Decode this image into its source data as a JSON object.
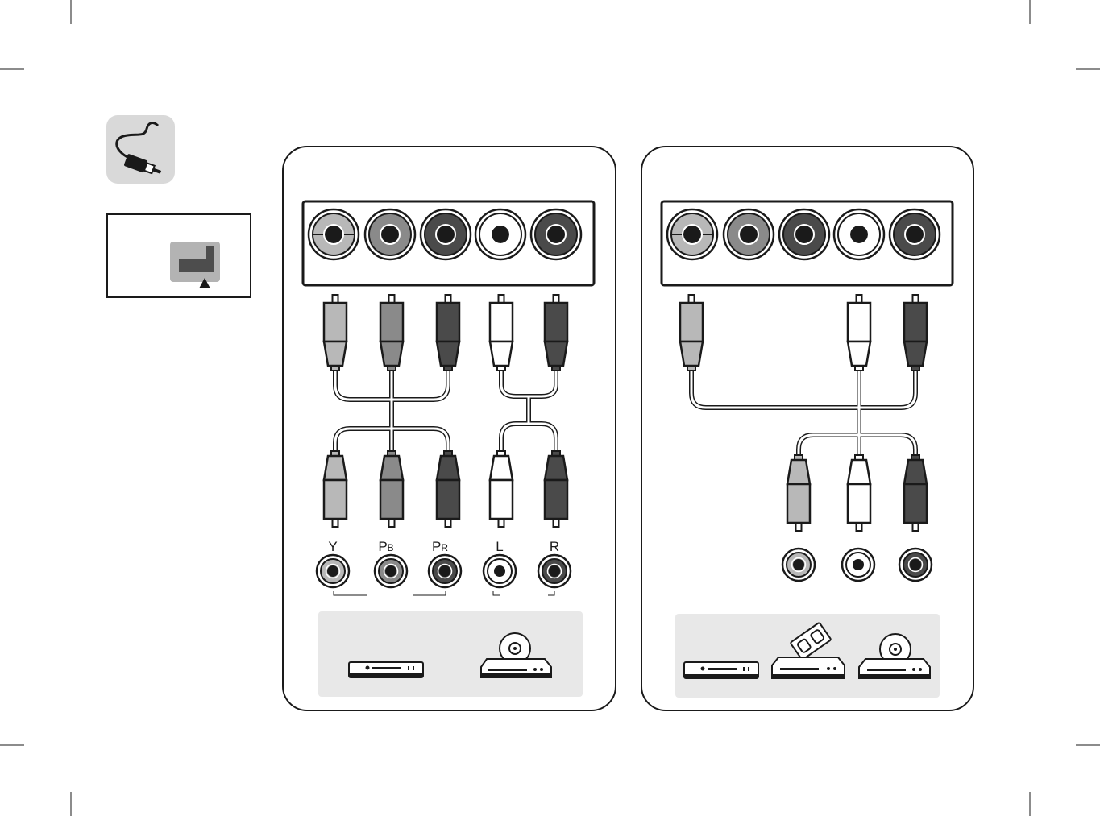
{
  "icons": {
    "cable_icon": "rca-cable-icon",
    "port_location_icon": "tv-back-panel-port-location-icon"
  },
  "colors": {
    "light_gray": "#b8b8b8",
    "mid_gray": "#8a8a8a",
    "dark": "#4a4a4a",
    "white": "#ffffff",
    "outline": "#1a1a1a",
    "device_panel": "#e8e8e8",
    "icon_bg": "#d9d9d9"
  },
  "left_panel": {
    "tv_jacks": [
      "light-gray",
      "mid-gray",
      "dark",
      "white",
      "dark"
    ],
    "device_jacks": [
      {
        "label": "Y",
        "sub": "",
        "color": "light-gray"
      },
      {
        "label": "P",
        "sub": "B",
        "color": "mid-gray"
      },
      {
        "label": "P",
        "sub": "R",
        "color": "dark"
      },
      {
        "label": "L",
        "sub": "",
        "color": "white"
      },
      {
        "label": "R",
        "sub": "",
        "color": "dark"
      }
    ],
    "devices": [
      "dvd-player-icon",
      "blu-ray-player-icon"
    ]
  },
  "right_panel": {
    "tv_jacks": [
      "light-gray",
      "mid-gray",
      "dark",
      "white",
      "dark"
    ],
    "device_jacks": [
      "light-gray",
      "white",
      "dark"
    ],
    "devices": [
      "dvd-player-icon",
      "vcr-icon",
      "blu-ray-player-icon"
    ]
  }
}
